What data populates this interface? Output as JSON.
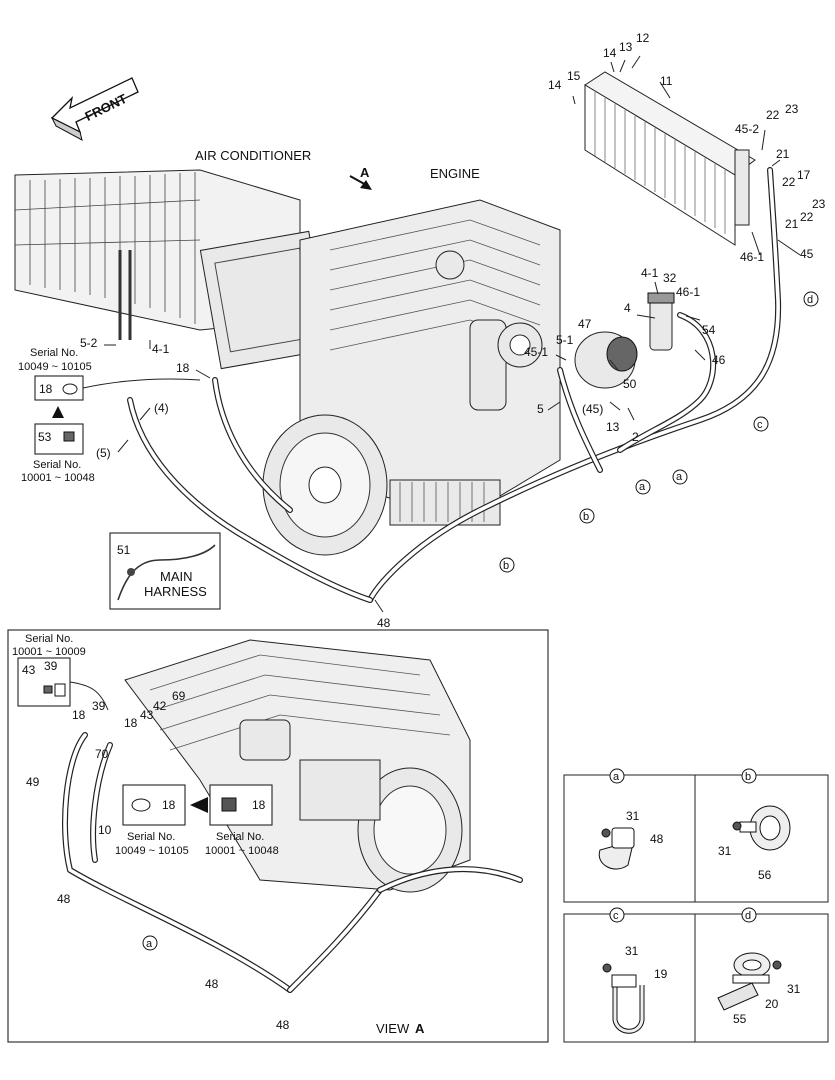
{
  "header": {
    "front": "FRONT",
    "air_conditioner": "AIR CONDITIONER",
    "engine": "ENGINE",
    "view_arrow": "A"
  },
  "main_labels": {
    "n11": "11",
    "n12": "12",
    "n13a": "13",
    "n14a": "14",
    "n14b": "14",
    "n15": "15",
    "n22a": "22",
    "n23a": "23",
    "n45_2": "45-2",
    "n21a": "21",
    "n17": "17",
    "n22b": "22",
    "n23b": "23",
    "n22c": "22",
    "n21b": "21",
    "n46_1a": "46-1",
    "n45a": "45",
    "n4_1a": "4-1",
    "n32": "32",
    "n46_1b": "46-1",
    "n4a": "4",
    "n54": "54",
    "n47": "47",
    "n5_1": "5-1",
    "n45_1": "45-1",
    "n46": "46",
    "n50": "50",
    "n5a": "5",
    "n45p": "(45)",
    "n13b": "13",
    "n2": "2",
    "n5_2": "5-2",
    "n4_1b": "4-1",
    "n18a": "18",
    "n4p": "(4)",
    "n5p": "(5)",
    "n51": "51",
    "n48a": "48"
  },
  "serial_top": {
    "serial_label": "Serial No.",
    "serial_range": "10049 ~ 10105",
    "part": "18"
  },
  "serial_bottom": {
    "part": "53",
    "serial_label": "Serial No.",
    "serial_range": "10001 ~ 10048"
  },
  "harness": {
    "part": "51",
    "line1": "MAIN",
    "line2": "HARNESS"
  },
  "clips": {
    "a": "a",
    "b": "b",
    "c": "c",
    "d": "d"
  },
  "view_a": {
    "serial_label": "Serial No.",
    "serial_range": "10001 ~ 10009",
    "n43a": "43",
    "n39a": "39",
    "n18a": "18",
    "n39b": "39",
    "n18b": "18",
    "n43b": "43",
    "n42": "42",
    "n69": "69",
    "n70": "70",
    "n49": "49",
    "n10": "10",
    "n48a": "48",
    "n48b": "48",
    "n48c": "48",
    "left_part": "18",
    "left_serial_label": "Serial No.",
    "left_serial_range": "10049 ~ 10105",
    "right_part": "18",
    "right_serial_label": "Serial No.",
    "right_serial_range": "10001 ~ 10048",
    "title": "VIEW",
    "title_letter": "A"
  },
  "details": {
    "a": {
      "letter": "a",
      "p1": "31",
      "p2": "48"
    },
    "b": {
      "letter": "b",
      "p1": "31",
      "p2": "56"
    },
    "c": {
      "letter": "c",
      "p1": "31",
      "p2": "19"
    },
    "d": {
      "letter": "d",
      "p1": "20",
      "p2": "31",
      "p3": "55"
    }
  }
}
